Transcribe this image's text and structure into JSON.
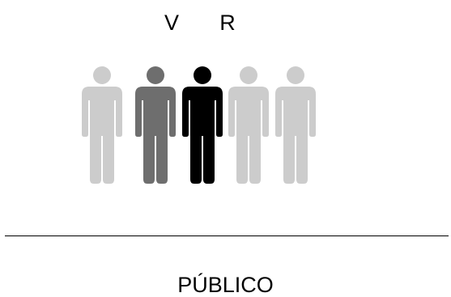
{
  "labels": {
    "v": "V",
    "r": "R"
  },
  "caption": "PÚBLICO",
  "figures": [
    {
      "icon": "person-icon",
      "color": "#cccccc"
    },
    {
      "icon": "person-icon",
      "color": "#6e6e6e"
    },
    {
      "icon": "person-icon",
      "color": "#000000"
    },
    {
      "icon": "person-icon",
      "color": "#cccccc"
    },
    {
      "icon": "person-icon",
      "color": "#cccccc"
    }
  ]
}
